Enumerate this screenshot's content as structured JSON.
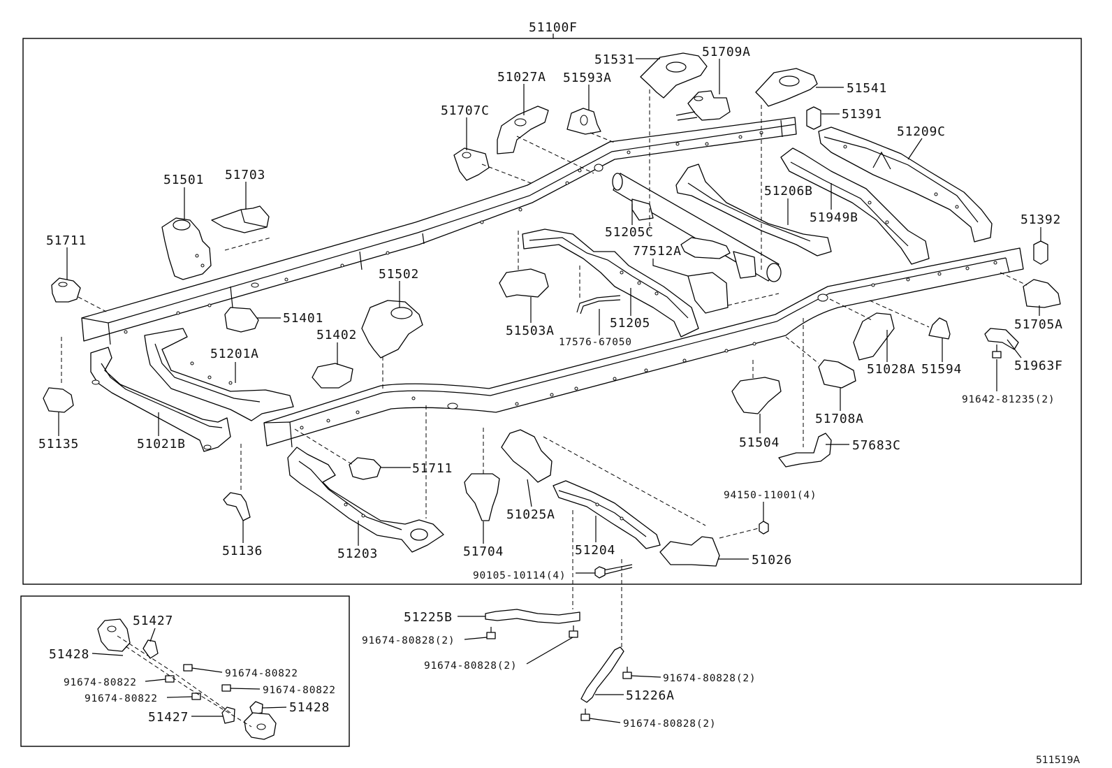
{
  "diagram": {
    "assembly": "51100F",
    "figure_code": "511519A",
    "main_labels": [
      "51531",
      "51709A",
      "51027A",
      "51593A",
      "51541",
      "51707C",
      "51391",
      "51209C",
      "51501",
      "51703",
      "51206B",
      "51949B",
      "51711",
      "51205C",
      "77512A",
      "51392",
      "51502",
      "51401",
      "51503A",
      "51205",
      "17576-67050",
      "51705A",
      "51402",
      "51201A",
      "51028A",
      "51594",
      "51963F",
      "91642-81235(2)",
      "51135",
      "51021B",
      "51708A",
      "51504",
      "57683C",
      "51711",
      "94150-11001(4)",
      "51025A",
      "51136",
      "51203",
      "51704",
      "51204",
      "51026",
      "90105-10114(4)"
    ],
    "lower_labels": [
      "51225B",
      "91674-80828(2)",
      "91674-80828(2)",
      "91674-80828(2)",
      "51226A",
      "91674-80828(2)"
    ],
    "inset_labels": [
      "51427",
      "51428",
      "91674-80822",
      "91674-80822",
      "91674-80822",
      "91674-80822",
      "51428",
      "51427"
    ]
  }
}
